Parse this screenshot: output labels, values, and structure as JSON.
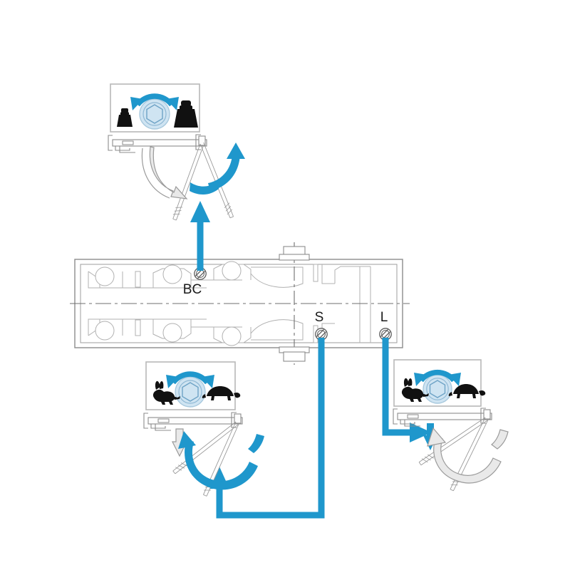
{
  "diagram": {
    "title": "Door closer adjustment diagram",
    "type": "technical-line-drawing",
    "background_color": "#ffffff",
    "accent_color": "#1f97cc",
    "line_color": "#8c8c8c",
    "label_color": "#1a1a1a",
    "grey_arrow_fill": "#e6e6e6",
    "grey_arrow_stroke": "#9a9a9a"
  },
  "body": {
    "name": "door-closer-body",
    "description": "Door closer housing shown in plan view with centre lines and mounting bolts"
  },
  "adjusters": [
    {
      "id": "BC",
      "label": "BC",
      "name": "back-check-valve",
      "panel": "top"
    },
    {
      "id": "S",
      "label": "S",
      "name": "closing-speed-valve",
      "panel": "bottom-left"
    },
    {
      "id": "L",
      "label": "L",
      "name": "latching-speed-valve",
      "panel": "bottom-right"
    }
  ],
  "panels": [
    {
      "id": "panel-top",
      "name": "back-check-force-panel",
      "icon_left": "small-weight-icon",
      "icon_center": "hex-screw-icon",
      "icon_right": "large-weight-icon",
      "rotation_arrow": "clockwise-double-arrow",
      "linked_adjuster": "BC"
    },
    {
      "id": "panel-bottom-left",
      "name": "closing-speed-panel",
      "icon_left": "rabbit-fast-icon",
      "icon_center": "hex-screw-icon",
      "icon_right": "turtle-slow-icon",
      "rotation_arrow": "clockwise-double-arrow",
      "linked_adjuster": "S"
    },
    {
      "id": "panel-bottom-right",
      "name": "latching-speed-panel",
      "icon_left": "rabbit-fast-icon",
      "icon_center": "hex-screw-icon",
      "icon_right": "turtle-slow-icon",
      "rotation_arrow": "clockwise-double-arrow",
      "linked_adjuster": "L"
    }
  ],
  "connectors": [
    {
      "name": "connector-bc",
      "from": "BC",
      "to": "panel-top",
      "color": "#1f97cc"
    },
    {
      "name": "connector-s",
      "from": "S",
      "to": "panel-bottom-left",
      "color": "#1f97cc"
    },
    {
      "name": "connector-l",
      "from": "L",
      "to": "panel-bottom-right",
      "color": "#1f97cc"
    }
  ]
}
